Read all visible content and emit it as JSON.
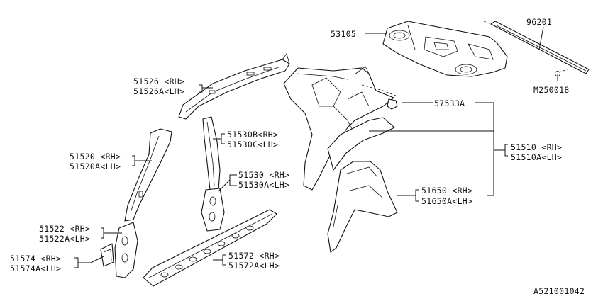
{
  "labels": {
    "p53105": "53105",
    "p96201": "96201",
    "pM250018": "M250018",
    "p57533A": "57533A",
    "p51526": "51526 <RH>",
    "p51526A": "51526A<LH>",
    "p51530B": "51530B<RH>",
    "p51530C": "51530C<LH>",
    "p51530": "51530 <RH>",
    "p51530A": "51530A<LH>",
    "p51520": "51520 <RH>",
    "p51520A": "51520A<LH>",
    "p51510": "51510 <RH>",
    "p51510A": "51510A<LH>",
    "p51650": "51650 <RH>",
    "p51650A": "51650A<LH>",
    "p51522": "51522 <RH>",
    "p51522A": "51522A<LH>",
    "p51574": "51574 <RH>",
    "p51574A": "51574A<LH>",
    "p51572": "51572 <RH>",
    "p51572A": "51572A<LH>"
  },
  "diagram_id": "A521001042"
}
